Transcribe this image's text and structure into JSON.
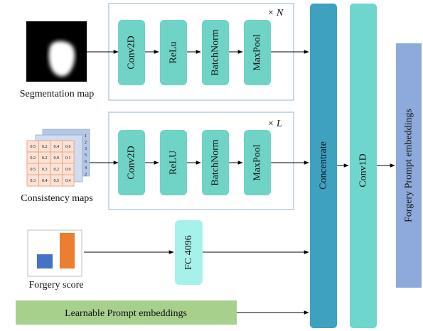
{
  "inputs": {
    "segmentation_label": "Segmentation map",
    "consistency_label": "Consistency maps",
    "forgery_label": "Forgery score",
    "learnable_label": "Learnable Prompt embeddings"
  },
  "branch_top": {
    "repeat": "× N",
    "layers": [
      "Conv2D",
      "ReLu",
      "BatchNorm",
      "MaxPool"
    ]
  },
  "branch_mid": {
    "repeat": "× L",
    "layers": [
      "Conv2D",
      "ReLU",
      "BatchNorm",
      "MaxPool"
    ]
  },
  "fc_label": "FC 4096",
  "concat_label": "Concentrate",
  "conv1d_label": "Conv1D",
  "output_label": "Forgery Prompt embeddings",
  "matrix": {
    "front": [
      [
        "0.5",
        "0.2",
        "0.4",
        "0.6"
      ],
      [
        "0.2",
        "0.2",
        "0.9",
        "0.1"
      ],
      [
        "0.5",
        "0.3",
        "0.2",
        "0.9"
      ],
      [
        "0.3",
        "0.4",
        "0.5",
        "0.4"
      ]
    ],
    "back_col": [
      "1",
      "2",
      "3",
      "5",
      "6",
      "4",
      "2"
    ]
  },
  "colors": {
    "layer_block": "#6fd3c6",
    "concat": "#3da1bf",
    "conv1d": "#6fd6cd",
    "fc": "#a6f2ea",
    "output": "#8ea9db",
    "learnable": "#a8d08d",
    "frame": "#8fb4d3",
    "bar_blue": "#4472c4",
    "bar_orange": "#ed7d31"
  }
}
